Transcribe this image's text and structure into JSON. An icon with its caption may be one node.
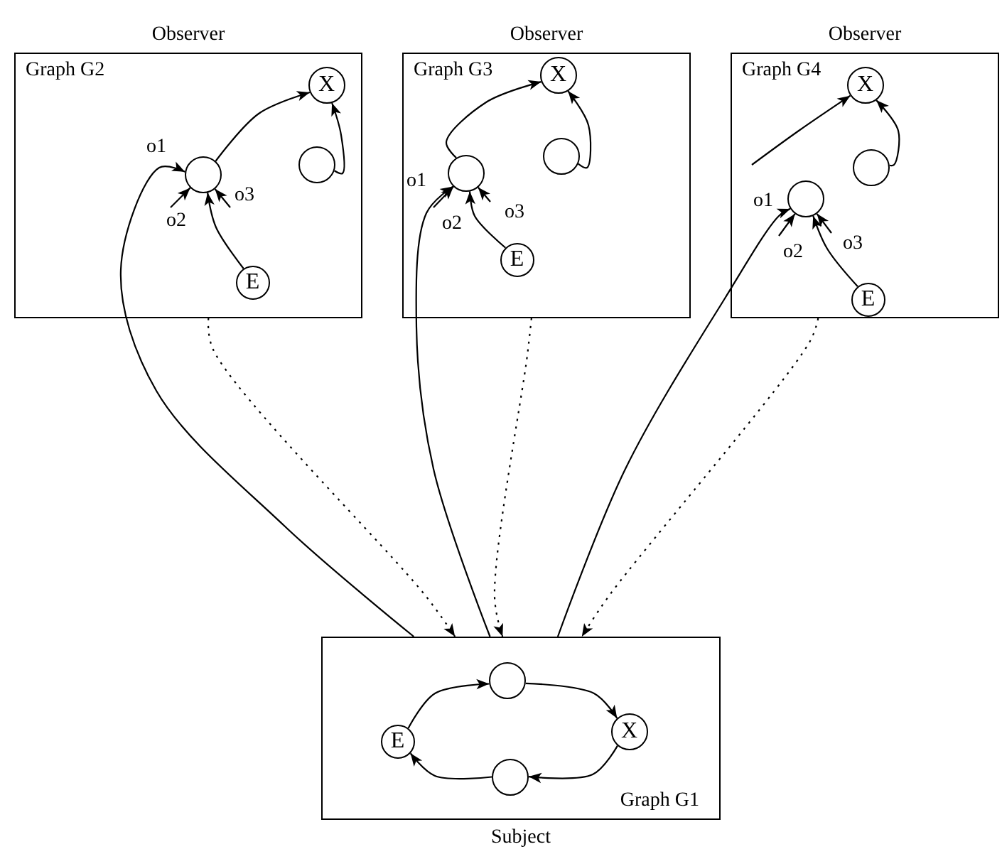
{
  "diagram": {
    "nodes": [
      {
        "text": [
          "Graph G2"
        ],
        "beside": [
          "Observer"
        ]
      },
      {
        "text": [
          "X"
        ],
        "in": 0
      },
      {
        "text": [],
        "shape": "circle",
        "in": 0
      },
      {
        "text": [],
        "shape": "circle",
        "in": 0
      },
      {
        "text": [
          "E"
        ],
        "in": 0
      },
      {
        "text": [
          "Graph G3"
        ],
        "beside": [
          "Observer"
        ]
      },
      {
        "text": [
          "X"
        ],
        "in": 5
      },
      {
        "text": [],
        "shape": "circle",
        "in": 5
      },
      {
        "text": [],
        "shape": "circle",
        "in": 5
      },
      {
        "text": [
          "E"
        ],
        "in": 5
      },
      {
        "text": [
          "Graph G4"
        ],
        "beside": [
          "Observer"
        ]
      },
      {
        "text": [
          "X"
        ],
        "in": 10
      },
      {
        "text": [],
        "shape": "circle",
        "in": 10
      },
      {
        "text": [],
        "shape": "circle",
        "in": 10
      },
      {
        "text": [
          "E"
        ],
        "in": 10
      },
      {
        "text": [
          "Graph G1"
        ],
        "beside": [
          "Subject"
        ]
      },
      {
        "text": [],
        "shape": "circle",
        "in": 15
      },
      {
        "text": [
          "E"
        ],
        "in": 15
      },
      {
        "text": [
          "X"
        ],
        "in": 15
      },
      {
        "text": [],
        "shape": "circle",
        "in": 15
      }
    ],
    "edges": [
      {
        "from": 2,
        "to": 1,
        "arrow": "to"
      },
      {
        "from": 3,
        "to": 1,
        "arrow": "to"
      },
      {
        "from": 4,
        "to": 2,
        "arrow": "to"
      },
      {
        "from": null,
        "to": 2,
        "arrow": "to",
        "label": "o2"
      },
      {
        "from": null,
        "to": 2,
        "arrow": "to",
        "label": "o3"
      },
      {
        "from": 7,
        "to": 6,
        "arrow": "to"
      },
      {
        "from": 8,
        "to": 6,
        "arrow": "to"
      },
      {
        "from": 9,
        "to": 7,
        "arrow": "to"
      },
      {
        "from": null,
        "to": 7,
        "arrow": "to",
        "label": "o2"
      },
      {
        "from": null,
        "to": 7,
        "arrow": "to",
        "label": "o3"
      },
      {
        "from": null,
        "to": 11,
        "arrow": "to"
      },
      {
        "from": 13,
        "to": 11,
        "arrow": "to"
      },
      {
        "from": 14,
        "to": 12,
        "arrow": "to"
      },
      {
        "from": null,
        "to": 12,
        "arrow": "to",
        "label": "o2"
      },
      {
        "from": null,
        "to": 12,
        "arrow": "to",
        "label": "o3"
      },
      {
        "from": 17,
        "to": 16,
        "arrow": "to"
      },
      {
        "from": 16,
        "to": 18,
        "arrow": "to"
      },
      {
        "from": 18,
        "to": 19,
        "arrow": "to"
      },
      {
        "from": 19,
        "to": 17,
        "arrow": "to"
      },
      {
        "from": 15,
        "to": 2,
        "arrow": "to",
        "label": "o1"
      },
      {
        "from": 0,
        "to": 15,
        "arrow": "to",
        "style": "dashed"
      },
      {
        "from": 15,
        "to": 7,
        "arrow": "to",
        "label": "o1"
      },
      {
        "from": 5,
        "to": 15,
        "arrow": "to",
        "style": "dashed"
      },
      {
        "from": 15,
        "to": 12,
        "arrow": "to",
        "label": "o1"
      },
      {
        "from": 10,
        "to": 15,
        "arrow": "to",
        "style": "dashed"
      }
    ]
  }
}
